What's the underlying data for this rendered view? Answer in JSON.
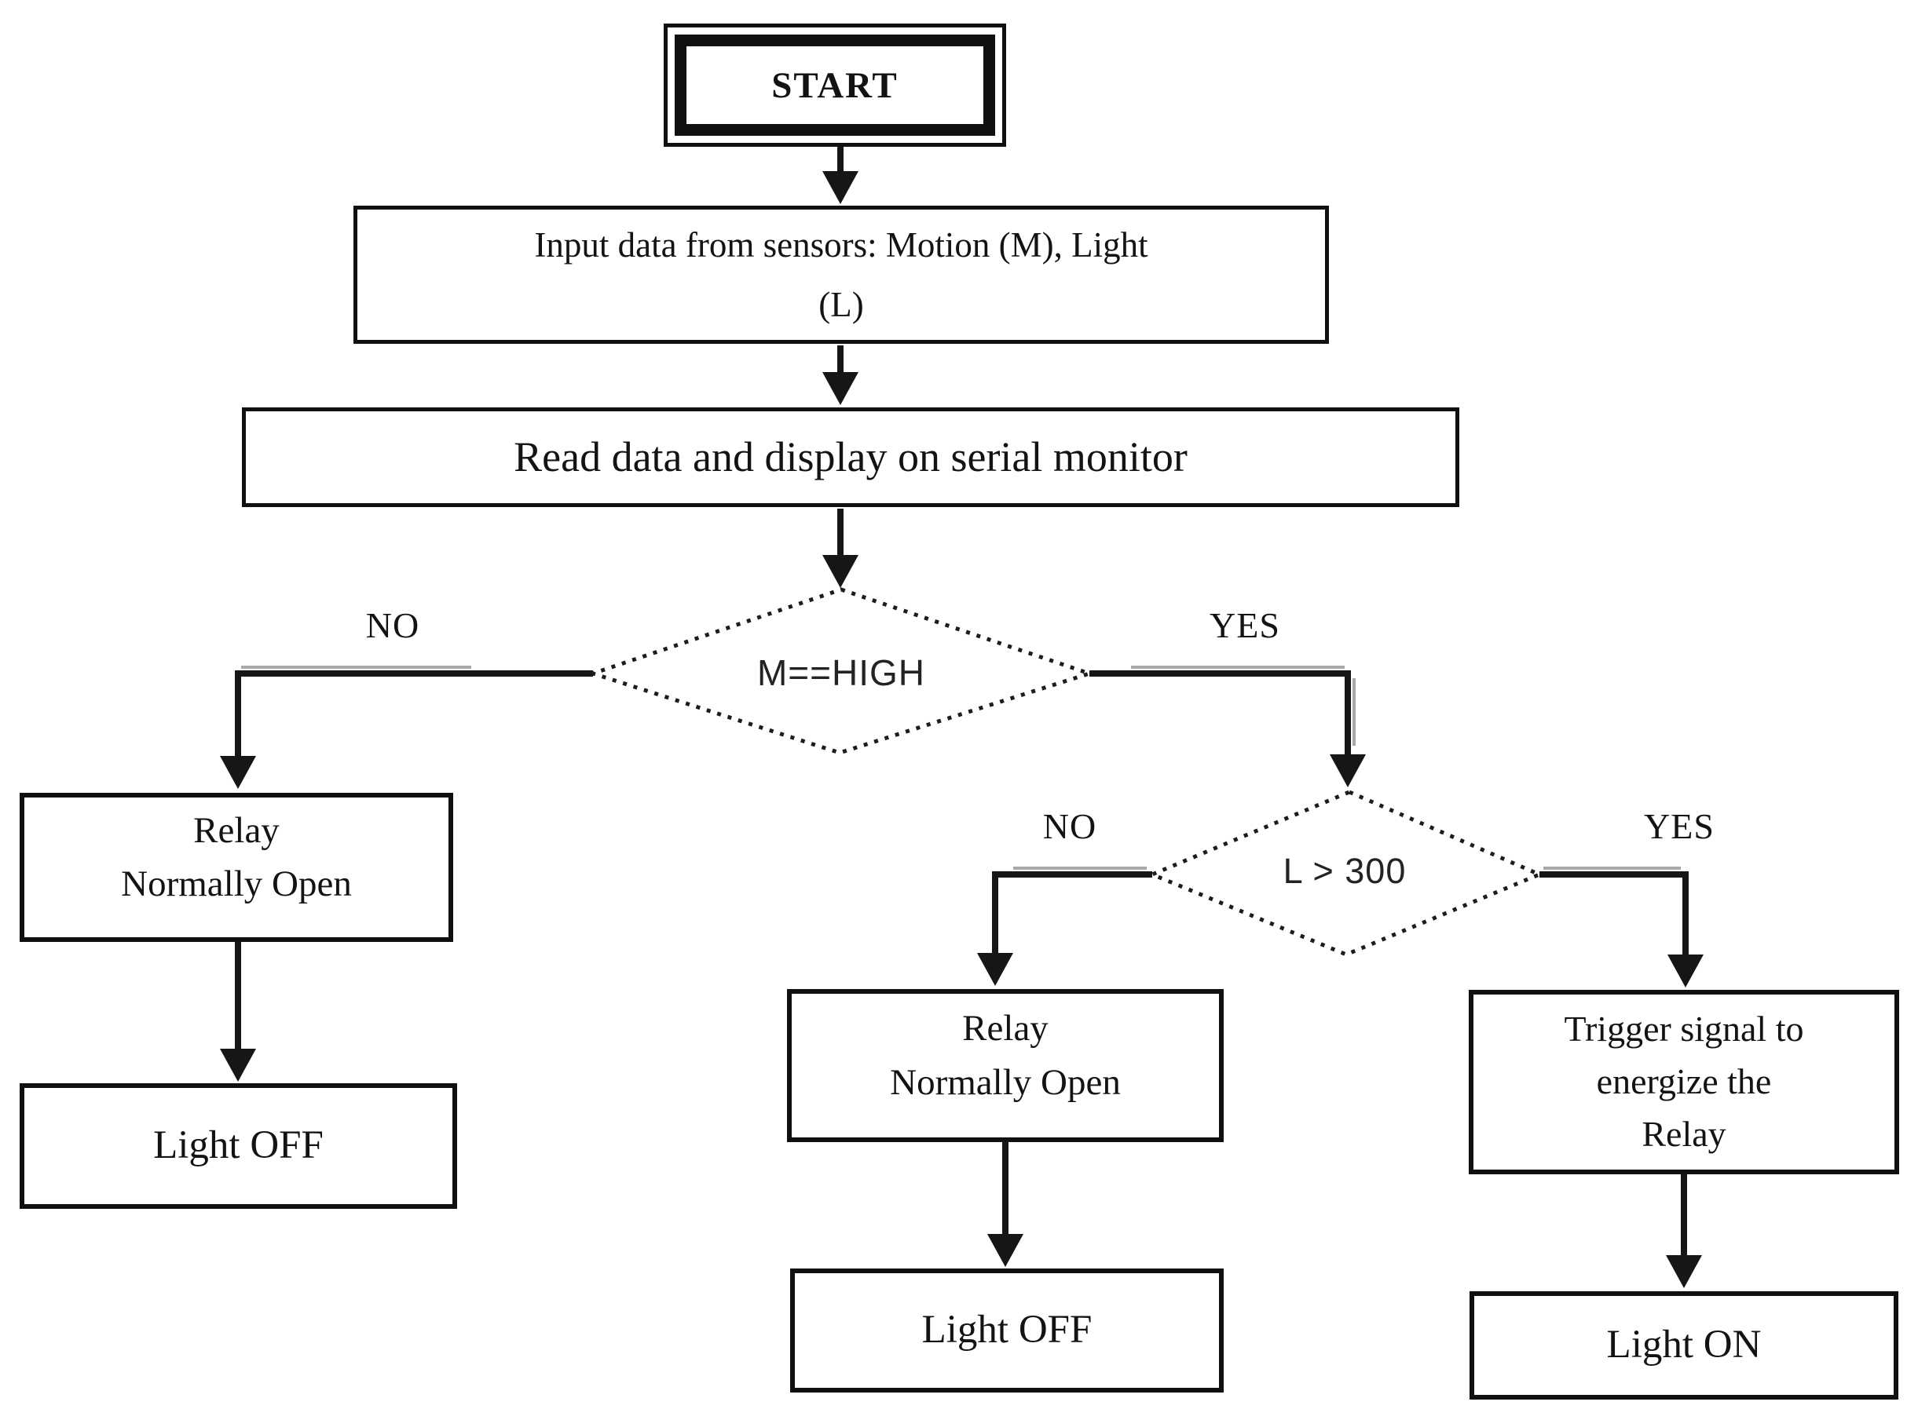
{
  "diagram": {
    "type": "flowchart",
    "background_color": "#ffffff",
    "line_color": "#161616",
    "border_color": "#101010",
    "text_color": "#131313",
    "ghost_line_color": "#a9a9a9",
    "nodes": {
      "start": {
        "shape": "terminator-double-border",
        "label": "START"
      },
      "input_sensors": {
        "shape": "process",
        "line1": "Input data from sensors: Motion (M), Light",
        "line2": "(L)"
      },
      "read_display": {
        "shape": "process",
        "label": "Read data and display on serial monitor"
      },
      "decision_motion": {
        "shape": "decision",
        "label": "M==HIGH"
      },
      "relay_no_left": {
        "shape": "process",
        "line1": "Relay",
        "line2": "Normally Open"
      },
      "light_off_left": {
        "shape": "process",
        "label": "Light OFF"
      },
      "decision_light": {
        "shape": "decision",
        "label": "L > 300"
      },
      "relay_no_mid": {
        "shape": "process",
        "line1": "Relay",
        "line2": "Normally Open"
      },
      "light_off_mid": {
        "shape": "process",
        "label": "Light OFF"
      },
      "trigger_relay": {
        "shape": "process",
        "line1": "Trigger signal to",
        "line2": "energize the",
        "line3": "Relay"
      },
      "light_on": {
        "shape": "process",
        "label": "Light ON"
      }
    },
    "edges": [
      {
        "from": "start",
        "to": "input_sensors",
        "label": ""
      },
      {
        "from": "input_sensors",
        "to": "read_display",
        "label": ""
      },
      {
        "from": "read_display",
        "to": "decision_motion",
        "label": ""
      },
      {
        "from": "decision_motion",
        "to": "relay_no_left",
        "label": "NO"
      },
      {
        "from": "decision_motion",
        "to": "decision_light",
        "label": "YES"
      },
      {
        "from": "relay_no_left",
        "to": "light_off_left",
        "label": ""
      },
      {
        "from": "decision_light",
        "to": "relay_no_mid",
        "label": "NO"
      },
      {
        "from": "decision_light",
        "to": "trigger_relay",
        "label": "YES"
      },
      {
        "from": "relay_no_mid",
        "to": "light_off_mid",
        "label": ""
      },
      {
        "from": "trigger_relay",
        "to": "light_on",
        "label": ""
      }
    ]
  }
}
